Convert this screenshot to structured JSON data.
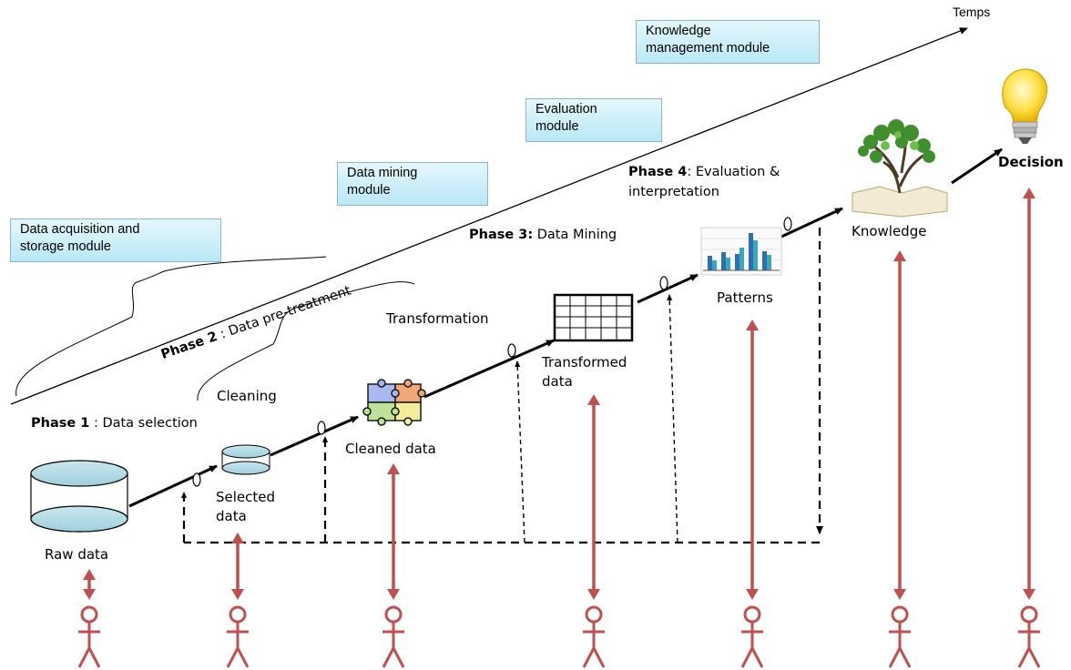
{
  "axis": {
    "label": "Temps"
  },
  "modules": [
    {
      "line1": "Knowledge",
      "line2": "management module"
    },
    {
      "line1": "Evaluation",
      "line2": "module"
    },
    {
      "line1": "Data mining",
      "line2": "module"
    },
    {
      "line1": "Data acquisition and",
      "line2": "storage module"
    }
  ],
  "phases": [
    {
      "bold": "Phase 1",
      "text": " : Data selection"
    },
    {
      "bold": "Phase 2",
      "text": " : Data pre-treatment"
    },
    {
      "bold": "Phase 3:",
      "text": " Data Mining"
    },
    {
      "bold": "Phase 4",
      "text": ": Evaluation &",
      "text2": "interpretation"
    }
  ],
  "steps": {
    "cleaning": "Cleaning",
    "transformation": "Transformation"
  },
  "stages": {
    "raw": "Raw data",
    "selected_1": "Selected",
    "selected_2": "data",
    "cleaned": "Cleaned data",
    "transformed_1": "Transformed",
    "transformed_2": "data",
    "patterns": "Patterns",
    "knowledge": "Knowledge",
    "decision": "Decision"
  },
  "icons": [
    "database-icon",
    "small-database-icon",
    "puzzle-icon",
    "grid-table-icon",
    "bar-chart-icon",
    "tree-book-icon",
    "lightbulb-icon",
    "person-icon"
  ],
  "colors": {
    "feedback_arrow": "#c0504d",
    "flow_arrow": "#000000",
    "module_box": "#b9e8f6"
  }
}
